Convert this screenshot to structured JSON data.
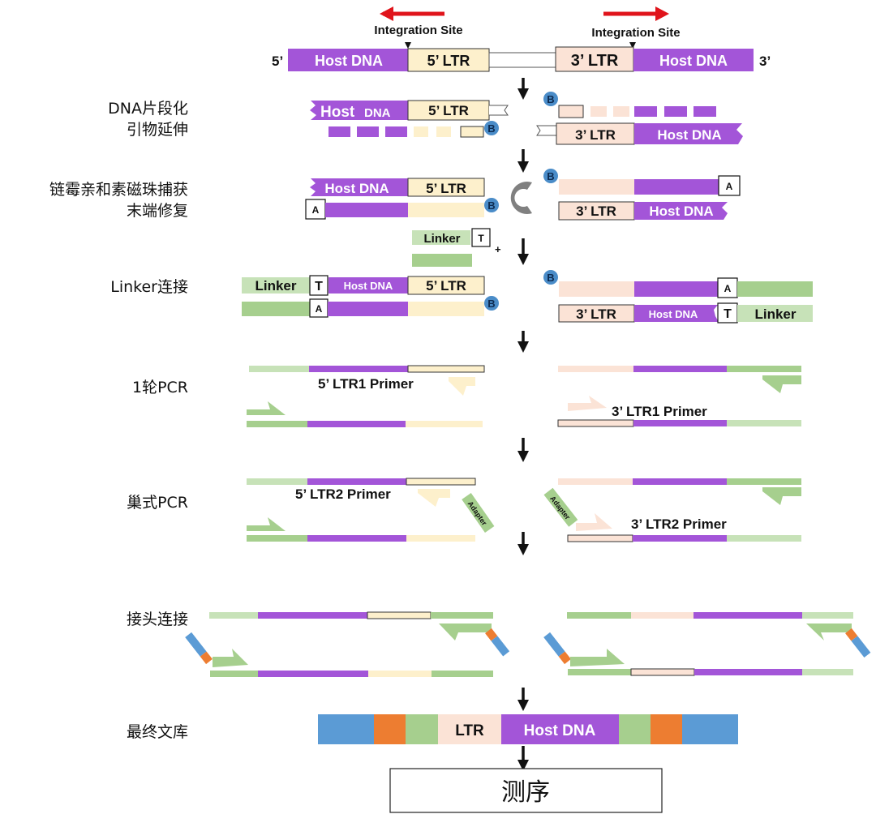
{
  "colors": {
    "host": "#a355d8",
    "ltr5": "#fdf0cc",
    "ltr3": "#fbe3d6",
    "linker": "#a6cf8e",
    "linker_light": "#c7e2b8",
    "adapter_blue": "#5b9bd5",
    "adapter_orange": "#ed7d31",
    "bead": "#808080",
    "biotin": "#4a8cc8",
    "arrow_red": "#e0141b"
  },
  "top": {
    "integration_site_left": "Integration Site",
    "integration_site_right": "Integration Site",
    "five_prime": "5’",
    "three_prime": "3’",
    "host_dna": "Host DNA",
    "ltr5": "5’ LTR",
    "ltr3": "3’ LTR"
  },
  "steps": [
    {
      "label_lines": [
        "DNA片段化",
        "引物延伸"
      ]
    },
    {
      "label_lines": [
        "链霉亲和素磁珠捕获",
        "末端修复"
      ]
    },
    {
      "label_lines": [
        "Linker连接"
      ]
    },
    {
      "label_lines": [
        "1轮PCR"
      ]
    },
    {
      "label_lines": [
        "巢式PCR"
      ]
    },
    {
      "label_lines": [
        "接头连接"
      ]
    },
    {
      "label_lines": [
        "最终文库"
      ]
    }
  ],
  "labels": {
    "host_dna": "Host DNA",
    "host_dna_small": "DNA",
    "host": "Host",
    "ltr5": "5’ LTR",
    "ltr3": "3’ LTR",
    "biotin": "B",
    "base_a": "A",
    "base_t": "T",
    "linker": "Linker",
    "plus": "+",
    "ltr1_primer_5": "5’ LTR1 Primer",
    "ltr1_primer_3": "3’ LTR1 Primer",
    "ltr2_primer_5": "5’ LTR2 Primer",
    "ltr2_primer_3": "3’ LTR2 Primer",
    "adapter": "Adapter",
    "final_ltr": "LTR",
    "final_host": "Host DNA",
    "sequencing": "测序"
  }
}
